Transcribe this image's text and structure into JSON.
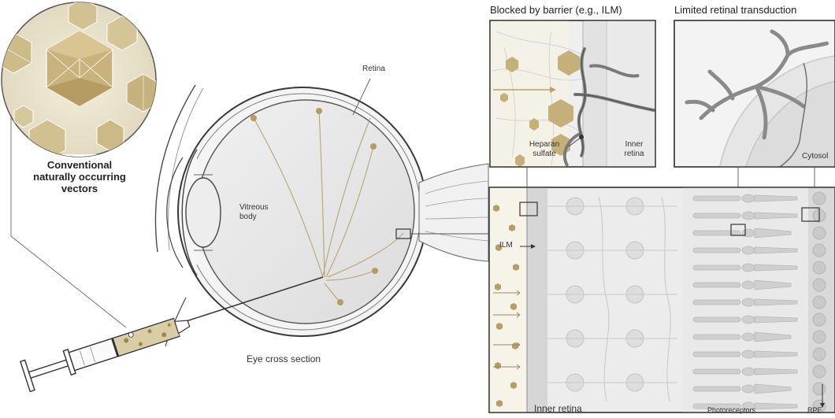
{
  "vector_callout": {
    "title_lines": [
      "Conventional",
      "naturally occurring",
      "vectors"
    ]
  },
  "eye": {
    "retina_label": "Retina",
    "vitreous_label_lines": [
      "Vitreous",
      "body"
    ],
    "caption": "Eye cross section"
  },
  "panel_barrier": {
    "title": "Blocked by barrier (e.g., ILM)",
    "heparan_label_lines": [
      "Heparan",
      "sulfate"
    ],
    "inner_retina_label_lines": [
      "Inner",
      "retina"
    ]
  },
  "panel_transduction": {
    "title": "Limited retinal transduction",
    "cytosol_label": "Cytosol"
  },
  "retina_section": {
    "ilm_label": "ILM",
    "inner_retina_label": "Inner retina",
    "photoreceptors_label": "Photoreceptors",
    "rpe_label": "RPE"
  },
  "colors": {
    "gold": "#c8b27a",
    "gold_dark": "#a8925a",
    "outline": "#4a4a4a",
    "tissue": "#e4e4e4"
  }
}
